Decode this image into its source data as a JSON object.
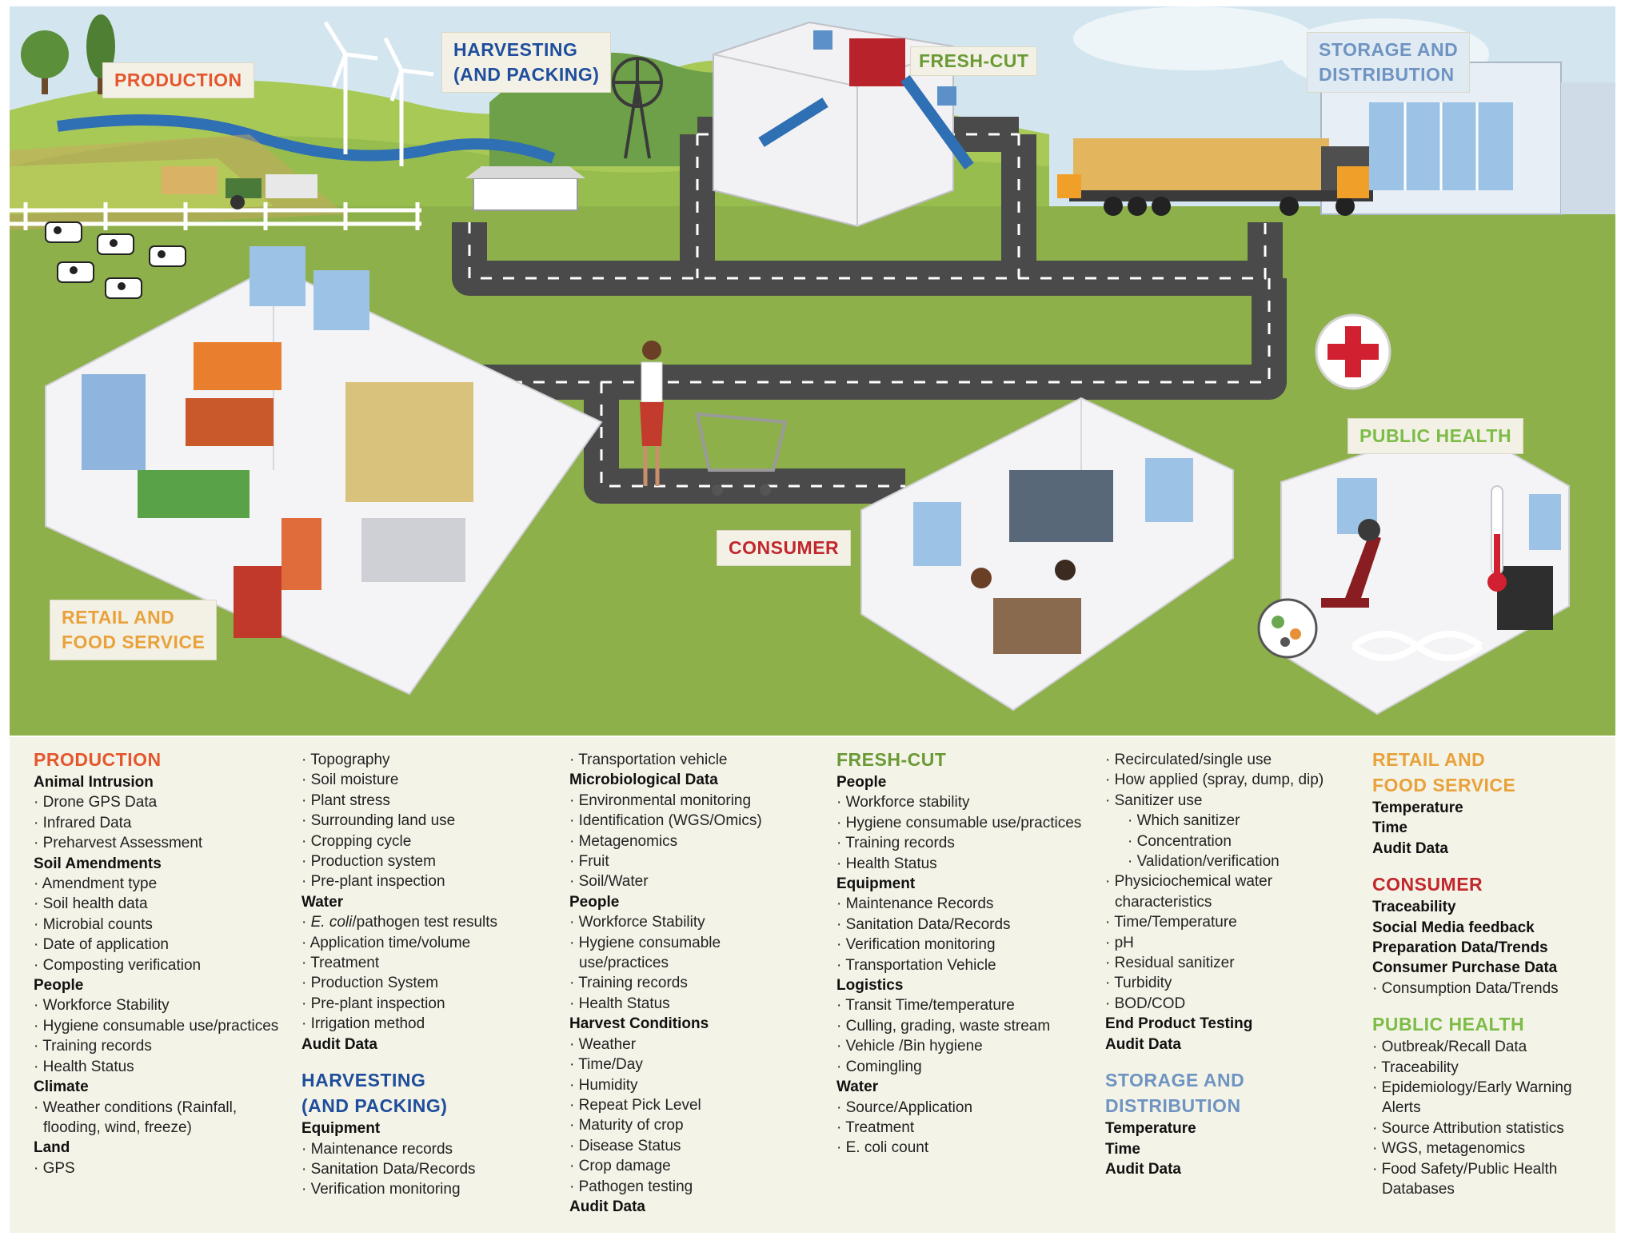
{
  "colors": {
    "sky": "#cfe3ef",
    "grass": "#8db04a",
    "road": "#4a4a4a",
    "production": "#e4572e",
    "harvesting": "#1f4e9c",
    "fresh_cut": "#6a9a35",
    "storage": "#6f94c2",
    "retail": "#e9a23b",
    "consumer": "#c1272d",
    "public_health": "#7cbc47",
    "legend_bg": "#f4f3e7"
  },
  "labels": {
    "production": "PRODUCTION",
    "harvesting_1": "HARVESTING",
    "harvesting_2": "(AND PACKING)",
    "fresh_cut": "FRESH-CUT",
    "storage_1": "STORAGE AND",
    "storage_2": "DISTRIBUTION",
    "retail_1": "RETAIL AND",
    "retail_2": "FOOD SERVICE",
    "consumer": "CONSUMER",
    "public_health": "PUBLIC HEALTH"
  },
  "icons": [
    "wind-turbine-icon",
    "windmill-icon",
    "cow-icon",
    "tractor-icon",
    "truck-icon",
    "forklift-icon",
    "warehouse-icon",
    "store-icon",
    "shopping-cart-icon",
    "shopper-icon",
    "kitchen-icon",
    "red-cross-icon",
    "microscope-icon",
    "thermometer-icon",
    "dna-icon",
    "laptop-icon",
    "bacteria-icon"
  ],
  "legend": {
    "production": {
      "title": "PRODUCTION",
      "animal_intrusion": "Animal Intrusion",
      "animal_items": [
        "Drone GPS Data",
        "Infrared Data",
        "Preharvest Assessment"
      ],
      "soil": "Soil Amendments",
      "soil_items": [
        "Amendment type",
        "Soil health data",
        "Microbial counts",
        "Date of application",
        "Composting verification"
      ],
      "people": "People",
      "people_items": [
        "Workforce Stability",
        "Hygiene consumable use/practices",
        "Training records",
        "Health Status"
      ],
      "climate": "Climate",
      "climate_items": [
        "Weather conditions (Rainfall, flooding, wind, freeze)"
      ],
      "land": "Land",
      "land_items": [
        "GPS",
        "Topography",
        "Soil moisture",
        "Plant stress",
        "Surrounding land use",
        "Cropping cycle",
        "Production system",
        "Pre-plant inspection"
      ],
      "water": "Water",
      "water_ecoli": "E. coli",
      "water_ecoli_rest": "/pathogen test results",
      "water_items": [
        "Application time/volume",
        "Treatment",
        "Production System",
        "Pre-plant inspection",
        "Irrigation method"
      ],
      "audit": "Audit Data"
    },
    "harvesting": {
      "title_1": "HARVESTING",
      "title_2": "(AND PACKING)",
      "equipment": "Equipment",
      "equipment_items": [
        "Maintenance records",
        "Sanitation Data/Records",
        "Verification monitoring",
        "Transportation vehicle"
      ],
      "micro": "Microbiological Data",
      "micro_items": [
        "Environmental monitoring",
        "Identification (WGS/Omics)",
        "Metagenomics",
        "Fruit",
        "Soil/Water"
      ],
      "people": "People",
      "people_items": [
        "Workforce Stability",
        "Hygiene consumable use/practices",
        "Training records",
        "Health Status"
      ],
      "harvest": "Harvest Conditions",
      "harvest_items": [
        "Weather",
        "Time/Day",
        "Humidity",
        "Repeat Pick Level",
        "Maturity of crop",
        "Disease Status",
        "Crop damage",
        "Pathogen testing"
      ],
      "audit": "Audit Data"
    },
    "fresh_cut": {
      "title": "FRESH-CUT",
      "people": "People",
      "people_items": [
        "Workforce stability",
        "Hygiene consumable use/practices",
        "Training records",
        "Health Status"
      ],
      "equipment": "Equipment",
      "equipment_items": [
        "Maintenance Records",
        "Sanitation Data/Records",
        "Verification monitoring",
        "Transportation Vehicle"
      ],
      "logistics": "Logistics",
      "logistics_items": [
        "Transit Time/temperature",
        "Culling, grading, waste stream",
        "Vehicle /Bin hygiene",
        "Comingling"
      ],
      "water": "Water",
      "water_items": [
        "Source/Application",
        "Treatment",
        "E. coli count",
        "Recirculated/single use",
        "How applied (spray, dump, dip)",
        "Sanitizer use"
      ],
      "sanitizer_items": [
        "Which sanitizer",
        "Concentration",
        "Validation/verification"
      ],
      "water_items_2": [
        "Physiciochemical water characteristics",
        "Time/Temperature",
        "pH",
        "Residual sanitizer",
        "Turbidity",
        "BOD/COD"
      ],
      "end_product": "End Product Testing",
      "audit": "Audit Data"
    },
    "storage": {
      "title_1": "STORAGE AND",
      "title_2": "DISTRIBUTION",
      "items": [
        "Temperature",
        "Time",
        "Audit Data"
      ]
    },
    "retail": {
      "title_1": "RETAIL AND",
      "title_2": "FOOD SERVICE",
      "items": [
        "Temperature",
        "Time",
        "Audit Data"
      ]
    },
    "consumer": {
      "title": "CONSUMER",
      "items": [
        "Traceability",
        "Social Media feedback",
        "Preparation Data/Trends",
        "Consumer Purchase Data"
      ],
      "bullet_items": [
        "Consumption Data/Trends"
      ]
    },
    "public_health": {
      "title": "PUBLIC HEALTH",
      "items": [
        "Outbreak/Recall Data",
        "Traceability",
        "Epidemiology/Early Warning Alerts",
        "Source Attribution statistics",
        "WGS, metagenomics",
        "Food Safety/Public Health Databases"
      ]
    }
  }
}
